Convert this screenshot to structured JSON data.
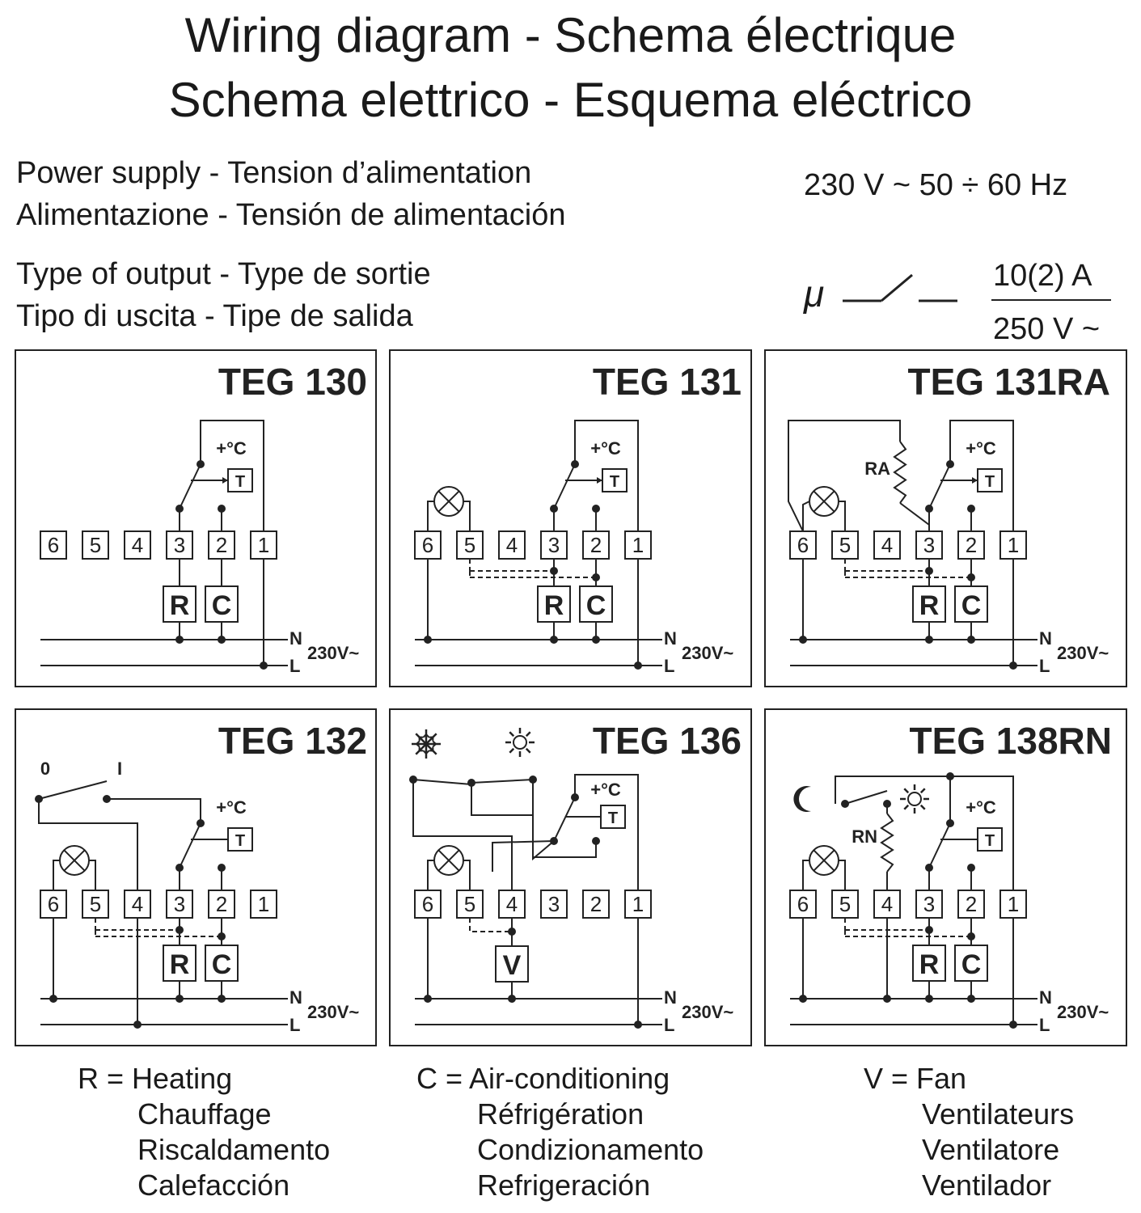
{
  "title": {
    "line1": "Wiring diagram - Schema électrique",
    "line2": "Schema elettrico - Esquema eléctrico"
  },
  "power_supply": {
    "label_line1": "Power supply - Tension d’alimentation",
    "label_line2": "Alimentazione - Tensión de alimentación",
    "value": "230 V ~ 50 ÷ 60 Hz"
  },
  "output": {
    "label_line1": "Type of output - Type de sortie",
    "label_line2": "Tipo di uscita - Tipe de salida",
    "micro_symbol": "μ",
    "rating_top": "10(2) A",
    "rating_bottom": "250 V ~"
  },
  "panels": [
    {
      "title": "TEG 130"
    },
    {
      "title": "TEG 131"
    },
    {
      "title": "TEG 131RA"
    },
    {
      "title": "TEG 132"
    },
    {
      "title": "TEG 136"
    },
    {
      "title": "TEG 138RN"
    }
  ],
  "common": {
    "temp": "+°C",
    "sensor": "T",
    "n": "N",
    "l": "L",
    "voltage": "230V~",
    "t1": "1",
    "t2": "2",
    "t3": "3",
    "t4": "4",
    "t5": "5",
    "t6": "6",
    "r": "R",
    "c": "C",
    "v": "V",
    "ra": "RA",
    "rn": "RN",
    "off": "0",
    "on": "I"
  },
  "legend": {
    "r_title": "R = Heating",
    "r_fr": "Chauffage",
    "r_it": "Riscaldamento",
    "r_es": "Calefacción",
    "c_title": "C = Air-conditioning",
    "c_fr": "Réfrigération",
    "c_it": "Condizionamento",
    "c_es": "Refrigeración",
    "v_title": "V = Fan",
    "v_fr": "Ventilateurs",
    "v_it": "Ventilatore",
    "v_es": "Ventilador"
  },
  "icons": {
    "lamp": "lamp-icon",
    "snowflake": "snowflake-icon",
    "sun": "sun-icon",
    "moon": "moon-icon",
    "switch": "relay-switch-icon"
  }
}
